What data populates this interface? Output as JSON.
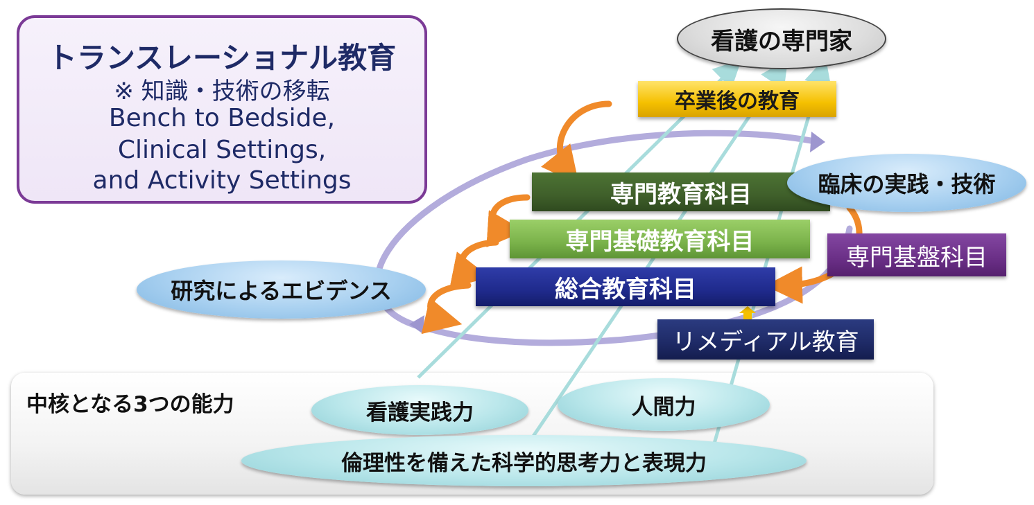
{
  "title_box": {
    "title": "トランスレーショナル教育",
    "subtitle": "※ 知識・技術の移転",
    "line1": "Bench to Bedside,",
    "line2": "Clinical Settings,",
    "line3": "and Activity Settings"
  },
  "top_goal": "看護の専門家",
  "post_grad": "卒業後の教育",
  "curriculum": {
    "specialized": "専門教育科目",
    "basic_specialized": "専門基礎教育科目",
    "general": "総合教育科目"
  },
  "clinical_practice": "臨床の実践・技術",
  "foundation_subjects": "専門基盤科目",
  "remedial": "リメディアル教育",
  "research_evidence": "研究によるエビデンス",
  "core": {
    "title": "中核となる3つの能力",
    "abilities": [
      "看護実践力",
      "人間力",
      "倫理性を備えた科学的思考力と表現力"
    ]
  },
  "colors": {
    "title_border": "#7b3a96",
    "title_text": "#1e2a66",
    "specialized_bar": "#3f5f2a",
    "basic_specialized_bar": "#7ab24a",
    "general_bar": "#1f2a8c",
    "post_grad_bar": "#f5c000",
    "foundation_box": "#6a2f86",
    "remedial_box": "#1e2a66",
    "orange_arrow": "#f08a2a",
    "cycle_arrow": "#a9a2d6",
    "teal_arrow": "#a8dcdc"
  }
}
